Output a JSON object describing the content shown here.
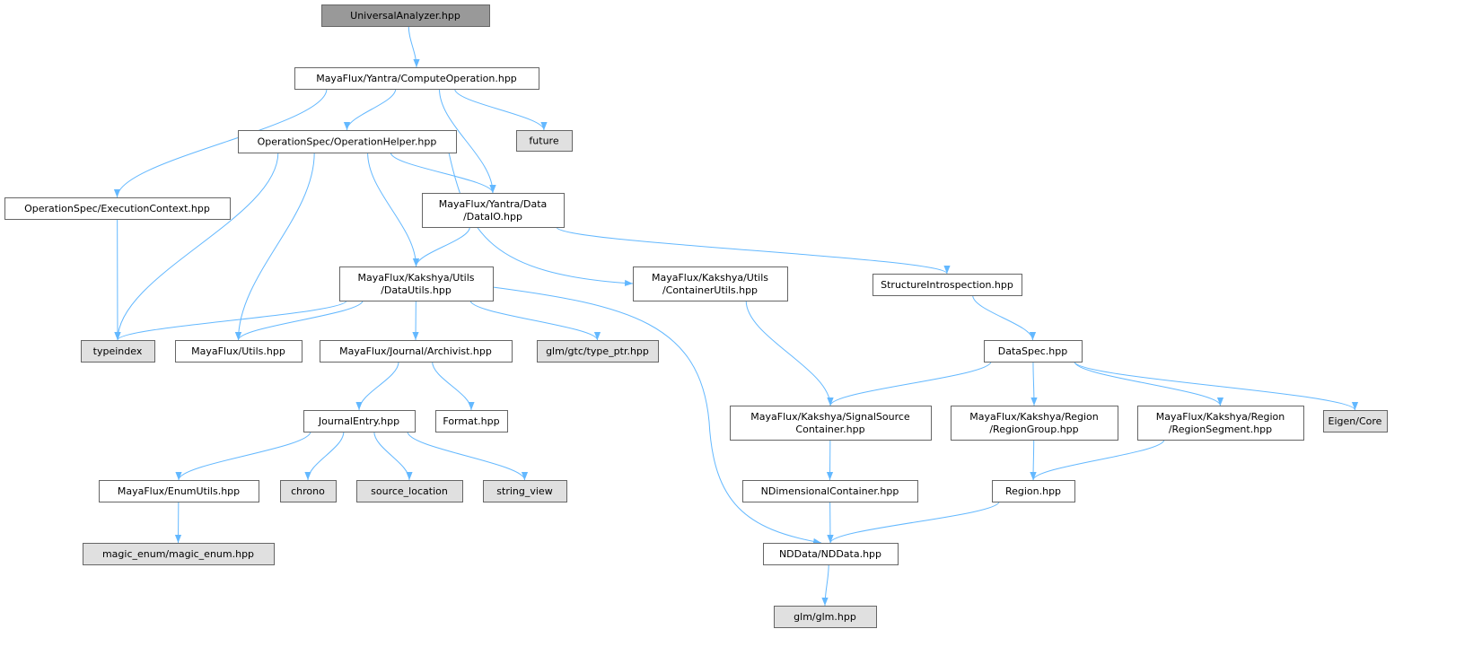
{
  "title": "Include dependency graph for UniversalAnalyzer.hpp",
  "colors": {
    "root_fill": "#999999",
    "node_fill": "#ffffff",
    "system_fill": "#e0e0e0",
    "system_stroke": "#999999",
    "edge": "#63b8ff"
  },
  "nodes": [
    {
      "id": "ua",
      "label": "UniversalAnalyzer.hpp",
      "kind": "root"
    },
    {
      "id": "co",
      "label": "MayaFlux/Yantra/ComputeOperation.hpp",
      "kind": "file"
    },
    {
      "id": "future",
      "label": "future",
      "kind": "system"
    },
    {
      "id": "oh",
      "label": "OperationSpec/OperationHelper.hpp",
      "kind": "file"
    },
    {
      "id": "ec",
      "label": "OperationSpec/ExecutionContext.hpp",
      "kind": "file"
    },
    {
      "id": "dataio",
      "label": "MayaFlux/Yantra/Data\n/DataIO.hpp",
      "kind": "file"
    },
    {
      "id": "datautils",
      "label": "MayaFlux/Kakshya/Utils\n/DataUtils.hpp",
      "kind": "file"
    },
    {
      "id": "containerutils",
      "label": "MayaFlux/Kakshya/Utils\n/ContainerUtils.hpp",
      "kind": "file"
    },
    {
      "id": "structintro",
      "label": "StructureIntrospection.hpp",
      "kind": "file"
    },
    {
      "id": "typeindex",
      "label": "typeindex",
      "kind": "system"
    },
    {
      "id": "utils",
      "label": "MayaFlux/Utils.hpp",
      "kind": "file"
    },
    {
      "id": "archivist",
      "label": "MayaFlux/Journal/Archivist.hpp",
      "kind": "file"
    },
    {
      "id": "typeptr",
      "label": "glm/gtc/type_ptr.hpp",
      "kind": "system"
    },
    {
      "id": "dataspec",
      "label": "DataSpec.hpp",
      "kind": "file"
    },
    {
      "id": "journalentry",
      "label": "JournalEntry.hpp",
      "kind": "file"
    },
    {
      "id": "format",
      "label": "Format.hpp",
      "kind": "file"
    },
    {
      "id": "signalsource",
      "label": "MayaFlux/Kakshya/SignalSource\nContainer.hpp",
      "kind": "file"
    },
    {
      "id": "regiongroup",
      "label": "MayaFlux/Kakshya/Region\n/RegionGroup.hpp",
      "kind": "file"
    },
    {
      "id": "regionsegment",
      "label": "MayaFlux/Kakshya/Region\n/RegionSegment.hpp",
      "kind": "file"
    },
    {
      "id": "eigen",
      "label": "Eigen/Core",
      "kind": "system"
    },
    {
      "id": "enumutils",
      "label": "MayaFlux/EnumUtils.hpp",
      "kind": "file"
    },
    {
      "id": "chrono",
      "label": "chrono",
      "kind": "system"
    },
    {
      "id": "srcloc",
      "label": "source_location",
      "kind": "system"
    },
    {
      "id": "strview",
      "label": "string_view",
      "kind": "system"
    },
    {
      "id": "ndim",
      "label": "NDimensionalContainer.hpp",
      "kind": "file"
    },
    {
      "id": "region",
      "label": "Region.hpp",
      "kind": "file"
    },
    {
      "id": "magicenum",
      "label": "magic_enum/magic_enum.hpp",
      "kind": "system"
    },
    {
      "id": "nddata",
      "label": "NDData/NDData.hpp",
      "kind": "file"
    },
    {
      "id": "glm",
      "label": "glm/glm.hpp",
      "kind": "system"
    }
  ],
  "edges": [
    [
      "ua",
      "co"
    ],
    [
      "co",
      "oh"
    ],
    [
      "co",
      "ec"
    ],
    [
      "co",
      "dataio"
    ],
    [
      "co",
      "future"
    ],
    [
      "oh",
      "typeindex"
    ],
    [
      "oh",
      "utils"
    ],
    [
      "oh",
      "datautils"
    ],
    [
      "oh",
      "containerutils"
    ],
    [
      "oh",
      "dataio"
    ],
    [
      "ec",
      "typeindex"
    ],
    [
      "dataio",
      "datautils"
    ],
    [
      "dataio",
      "structintro"
    ],
    [
      "datautils",
      "typeindex"
    ],
    [
      "datautils",
      "utils"
    ],
    [
      "datautils",
      "archivist"
    ],
    [
      "datautils",
      "typeptr"
    ],
    [
      "datautils",
      "nddata"
    ],
    [
      "containerutils",
      "signalsource"
    ],
    [
      "structintro",
      "dataspec"
    ],
    [
      "archivist",
      "journalentry"
    ],
    [
      "archivist",
      "format"
    ],
    [
      "dataspec",
      "signalsource"
    ],
    [
      "dataspec",
      "regiongroup"
    ],
    [
      "dataspec",
      "regionsegment"
    ],
    [
      "dataspec",
      "eigen"
    ],
    [
      "journalentry",
      "enumutils"
    ],
    [
      "journalentry",
      "chrono"
    ],
    [
      "journalentry",
      "srcloc"
    ],
    [
      "journalentry",
      "strview"
    ],
    [
      "enumutils",
      "magicenum"
    ],
    [
      "signalsource",
      "ndim"
    ],
    [
      "ndim",
      "nddata"
    ],
    [
      "regiongroup",
      "region"
    ],
    [
      "regionsegment",
      "region"
    ],
    [
      "region",
      "nddata"
    ],
    [
      "nddata",
      "glm"
    ]
  ]
}
